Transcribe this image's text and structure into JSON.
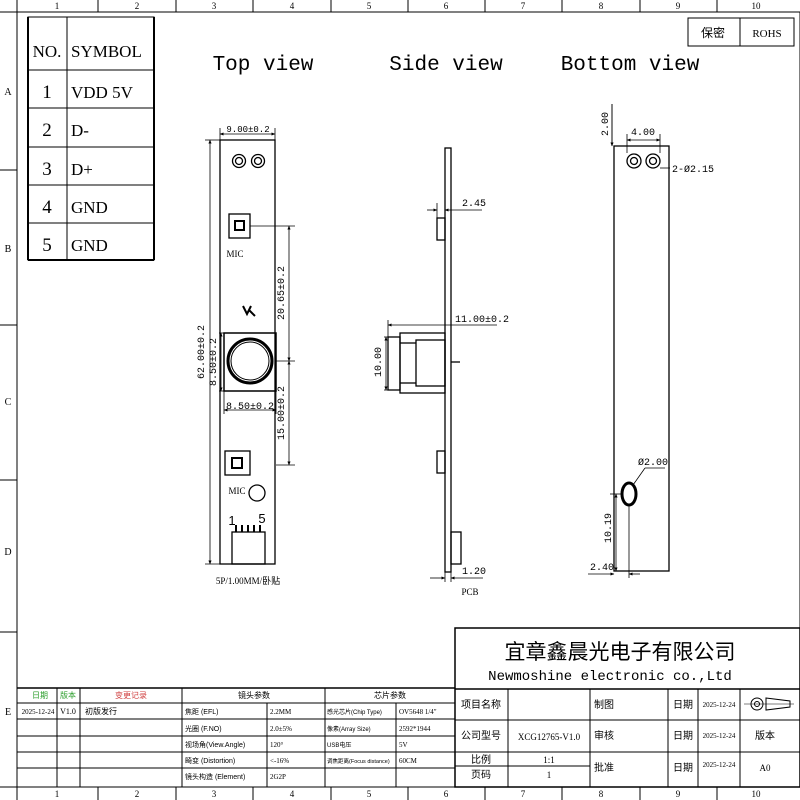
{
  "frame": {
    "col_numbers": [
      "1",
      "2",
      "3",
      "4",
      "5",
      "6",
      "7",
      "8",
      "9",
      "10"
    ],
    "row_letters": [
      "A",
      "B",
      "C",
      "D",
      "E"
    ],
    "secret_label": "保密",
    "rohs_label": "ROHS"
  },
  "pin_table": {
    "header_no": "NO.",
    "header_symbol": "SYMBOL",
    "rows": [
      {
        "no": "1",
        "symbol": "VDD 5V"
      },
      {
        "no": "2",
        "symbol": "D-"
      },
      {
        "no": "3",
        "symbol": "D+"
      },
      {
        "no": "4",
        "symbol": "GND"
      },
      {
        "no": "5",
        "symbol": "GND"
      }
    ]
  },
  "views": {
    "top_title": "Top view",
    "side_title": "Side view",
    "bottom_title": "Bottom view"
  },
  "top_view": {
    "dim_width": "9.00±0.2",
    "dim_length": "62.00±0.2",
    "dim_mic_to_lens": "20.65±0.2",
    "dim_lens_h": "8.50±0.2",
    "dim_lens_w": "8.50±0.2",
    "dim_lens_to_mic": "15.00±0.2",
    "mic_label_1": "MIC",
    "mic_label_2": "MIC",
    "pin_1": "1",
    "pin_5": "5",
    "connector_note": "5P/1.00MM/卧贴"
  },
  "side_view": {
    "dim_pcb_offset": "2.45",
    "dim_lens_depth": "11.00±0.2",
    "dim_lens_height": "10.00",
    "dim_pcb_thickness": "1.20",
    "pcb_label": "PCB"
  },
  "bottom_view": {
    "dim_top": "2.00",
    "dim_hole_pitch": "4.00",
    "dim_holes": "2-Ø2.15",
    "dim_hole_dia": "Ø2.00",
    "dim_hole_height": "10.19",
    "dim_hole_offset": "2.40"
  },
  "revision": {
    "headers": {
      "date": "日期",
      "version": "版本",
      "record": "变更记录"
    },
    "row": {
      "date": "2025-12-24",
      "version": "V1.0",
      "record": "初版发行"
    }
  },
  "lens_params": {
    "title": "镜头参数",
    "rows": [
      {
        "label": "焦距 (EFL)",
        "value": "2.2MM"
      },
      {
        "label": "光圈 (F.NO)",
        "value": "2.0±5%"
      },
      {
        "label": "视场角(View.Angle)",
        "value": "120°"
      },
      {
        "label": "畸变 (Distortion)",
        "value": "<-16%"
      },
      {
        "label": "镜头构造 (Element)",
        "value": "2G2P"
      }
    ]
  },
  "chip_params": {
    "title": "芯片参数",
    "rows": [
      {
        "label": "感光芯片(Chip Type)",
        "value": "OV5648 1/4\""
      },
      {
        "label": "像素(Array Size)",
        "value": "2592*1944"
      },
      {
        "label": "USB电压",
        "value": "5V"
      },
      {
        "label": "调焦距离(Focus distance)",
        "value": "60CM"
      }
    ]
  },
  "title_block": {
    "company_cn": "宜章鑫晨光电子有限公司",
    "company_en": "Newmoshine electronic co.,Ltd",
    "project_name_label": "项目名称",
    "project_name_value": "",
    "model_label": "公司型号",
    "model_value": "XCG12765-V1.0",
    "scale_label": "比例",
    "scale_value": "1:1",
    "page_label": "页码",
    "page_value": "1",
    "drawn_label": "制图",
    "check_label": "审核",
    "approve_label": "批准",
    "date_label_1": "日期",
    "date_label_2": "日期",
    "date_label_3": "日期",
    "date_1": "2025-12-24",
    "date_2": "2025-12-24",
    "date_3": "2025-12-24",
    "version_label": "版本",
    "version_value": "A0"
  }
}
